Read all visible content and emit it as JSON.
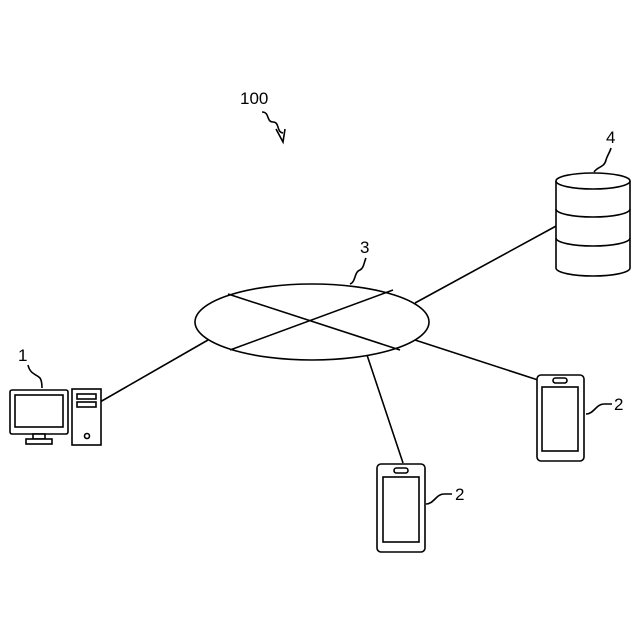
{
  "diagram": {
    "system_label": "100",
    "network": {
      "label": "3"
    },
    "terminal": {
      "label": "1",
      "icon": "desktop-computer-icon"
    },
    "database": {
      "label": "4",
      "icon": "database-icon"
    },
    "mobile_devices": [
      {
        "label": "2",
        "icon": "smartphone-icon"
      },
      {
        "label": "2",
        "icon": "smartphone-icon"
      }
    ]
  }
}
